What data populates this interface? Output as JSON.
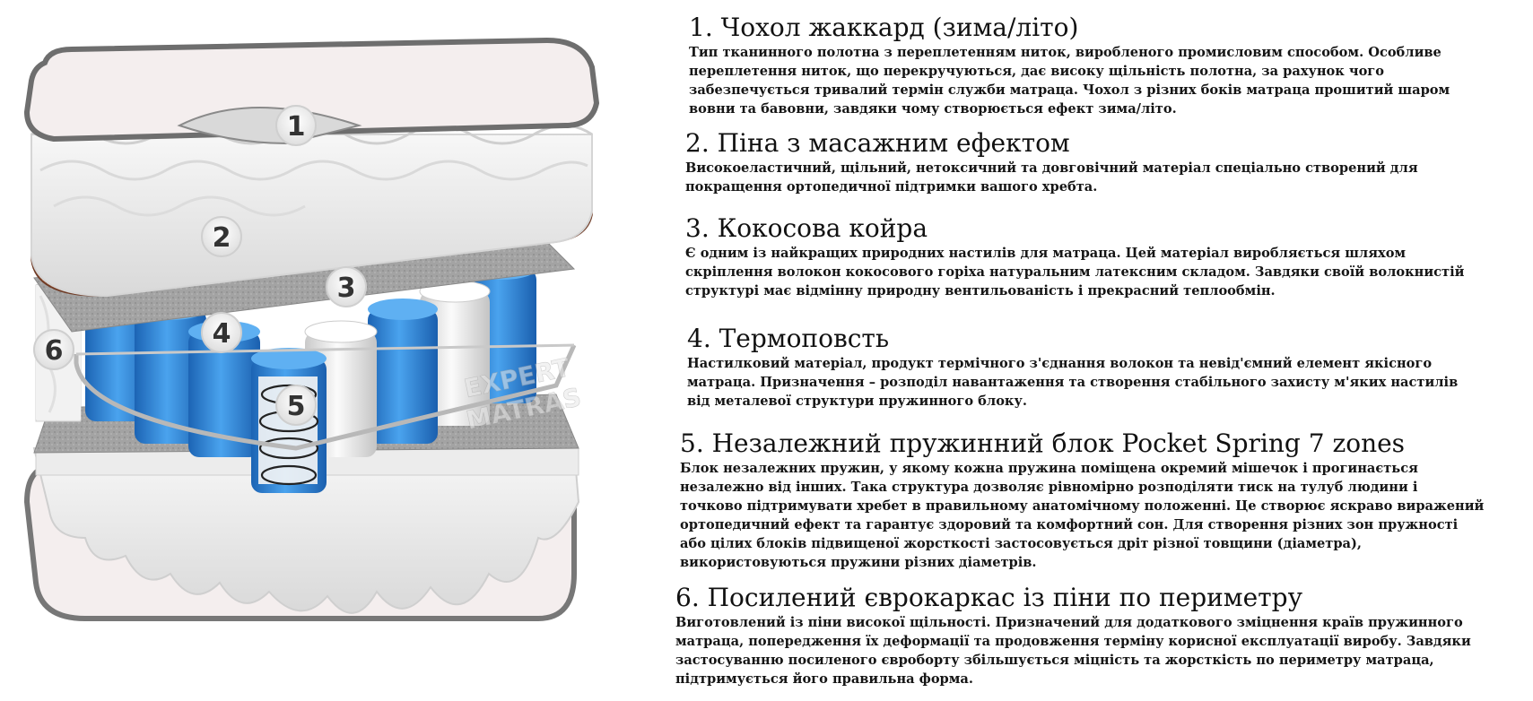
{
  "illustration": {
    "watermark_line1": "EXPERT",
    "watermark_line2": "MATRAS",
    "callout_numbers": [
      "1",
      "2",
      "3",
      "4",
      "5",
      "6"
    ],
    "colors": {
      "cover": "#f4eeee",
      "foam": "#eeeeee",
      "coir": "#9c5a3c",
      "felt": "#9a9a9a",
      "spring_blue": "#2e86d6",
      "spring_white": "#e6e6e6",
      "frame": "#f0f0f0"
    }
  },
  "sections": [
    {
      "title": "1. Чохол жаккард (зима/літо)",
      "lines": [
        "Тип тканинного полотна з переплетенням ниток, виробленого промисловим способом. Особливе",
        "переплетення ниток, що перекручуються, дає високу щільність полотна, за рахунок чого",
        "забезпечується тривалий термін служби матраца. Чохол з різних боків матраца прошитий шаром",
        "вовни та бавовни, завдяки чому створюється ефект зима/літо."
      ]
    },
    {
      "title": "2. Піна з масажним ефектом",
      "lines": [
        "Високоеластичний, щільний, нетоксичний та довговічний матеріал спеціально створений для",
        "покращення ортопедичної підтримки вашого хребта."
      ]
    },
    {
      "title": "3. Кокосова койра",
      "lines": [
        "Є одним із найкращих природних настилів для матраца. Цей матеріал виробляється шляхом",
        "скріплення волокон кокосового горіха натуральним латексним складом. Завдяки своїй волокнистій",
        "структурі має відмінну природну вентильованість і прекрасний теплообмін."
      ]
    },
    {
      "title": "4. Термоповсть",
      "lines": [
        "Настилковий матеріал, продукт термічного з'єднання волокон та невід'ємний елемент якісного",
        "матраца. Призначення – розподіл навантаження та створення стабільного захисту м'яких настилів",
        "від металевої структури пружинного блоку."
      ]
    },
    {
      "title": "5. Незалежний пружинний блок Pocket Spring 7 zones",
      "lines": [
        "Блок незалежних пружин, у якому кожна пружина поміщена окремий мішечок і прогинається",
        "незалежно від інших. Така структура дозволяє рівномірно розподіляти тиск на тулуб людини і",
        "точково підтримувати хребет в правильному анатомічному положенні. Це створює яскраво виражений",
        "ортопедичний ефект та гарантує здоровий та комфортний сон. Для створення різних зон пружності",
        "або цілих блоків підвищеної жорсткості застосовується дріт різної товщини (діаметра),",
        "використовуються пружини різних діаметрів."
      ]
    },
    {
      "title": "6. Посилений єврокаркас із піни по периметру",
      "lines": [
        "Виготовлений із піни високої щільності. Призначений для додаткового зміцнення країв пружинного",
        "матраца, попередження їх деформації та продовження терміну корисної експлуатації виробу. Завдяки",
        "застосуванню посиленого єврoборту збільшується міцність та жорсткість по периметру матраца,",
        "підтримується його правильна форма."
      ]
    }
  ]
}
